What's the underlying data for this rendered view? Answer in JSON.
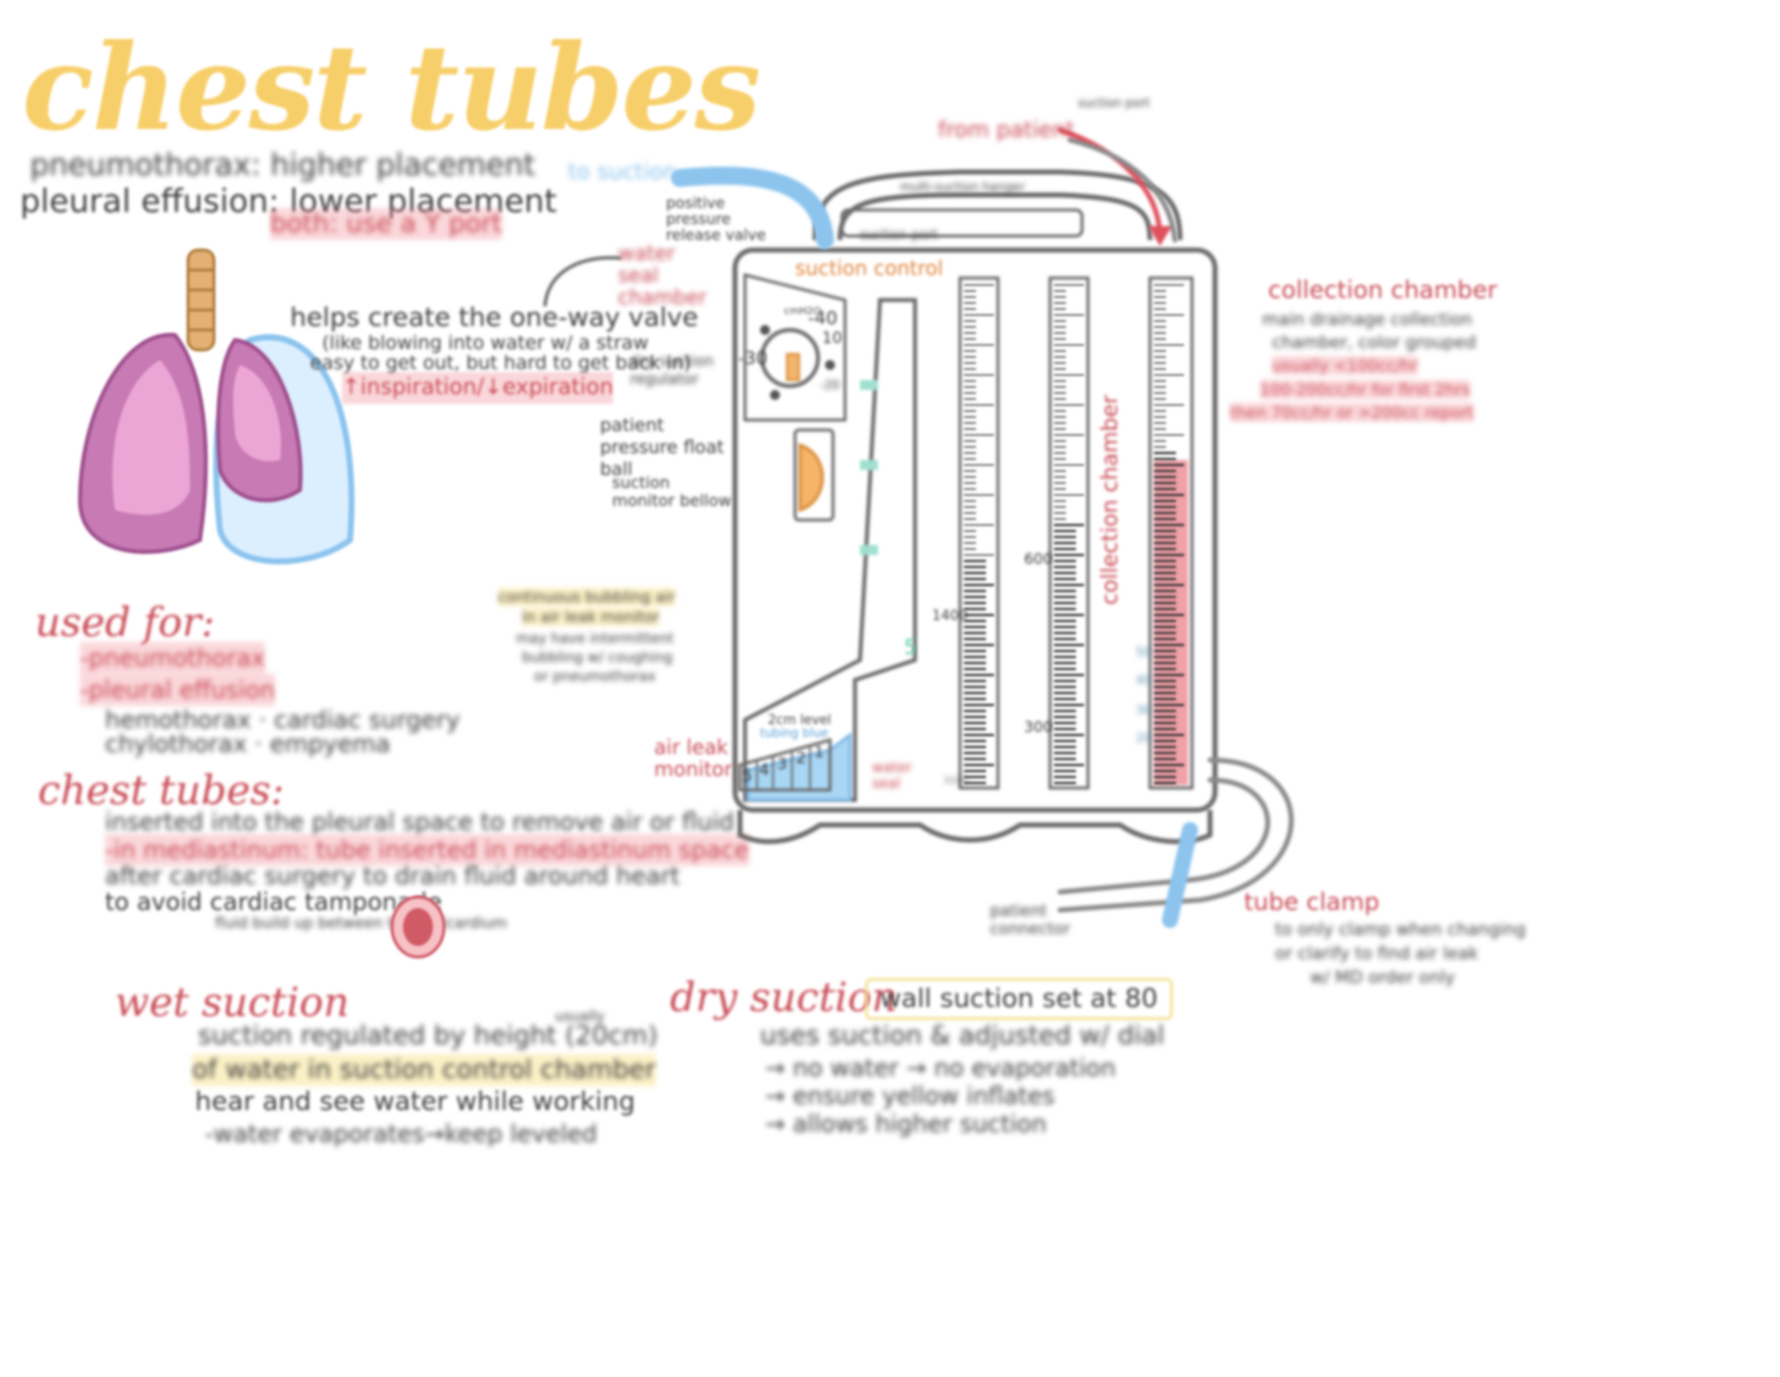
{
  "title": "chest tubes",
  "intro": {
    "line1": "pneumothorax: higher placement",
    "line2": "pleural effusion: lower placement",
    "line3": "both: use a Y port"
  },
  "valve_note": {
    "line1": "helps create the one-way valve",
    "line2": "(like blowing into water w/ a straw",
    "line3": "easy to get out, but hard to get back in)",
    "line4": "↑inspiration/↓expiration"
  },
  "used_for": {
    "heading": "used for:",
    "items": [
      "-pneumothorax",
      "-pleural effusion",
      "hemothorax · cardiac surgery",
      "chylothorax · empyema"
    ]
  },
  "chest_tubes_section": {
    "heading": "chest tubes:",
    "line1": "inserted into the pleural space to remove air or fluid",
    "line2": "-in mediastinum: tube inserted in mediastinum space",
    "line3": "after cardiac surgery to drain fluid around heart",
    "line4": "to avoid cardiac tamponade",
    "heart_note": "fluid build up between the pericardium"
  },
  "wet_suction": {
    "heading": "wet suction",
    "line1": "suction regulated by height (20cm)",
    "line1_note": "usually",
    "line2": "of water in suction control chamber",
    "line3": "hear and see water while working",
    "line4": "-water evaporates→keep leveled"
  },
  "dry_suction": {
    "heading": "dry suction",
    "badge": "wall suction set at 80",
    "line1": "uses suction & adjusted w/ dial",
    "line2": "→ no water → no evaporation",
    "line3": "→ ensure yellow inflates",
    "line4": "→ allows higher suction"
  },
  "device_labels": {
    "to_suction": "to suction",
    "from_patient": "from patient",
    "top_right_note": "suction port",
    "positive_pressure": "positive pressure release valve",
    "manifold": "multi-suction hanger",
    "suction_port": "suction port",
    "water_seal": "water seal chamber",
    "suction_control": "suction control",
    "collection_chamber": "collection chamber",
    "collection_desc1": "main drainage collection",
    "collection_desc2": "chamber, color grouped",
    "collection_desc3": "usually <100cc/hr",
    "collection_desc4": "100-200cc/hr for first 2hrs",
    "collection_desc5": "then 70cc/hr or >200cc report",
    "dry_suction_regulator": "dry suction regulator",
    "float_ball": "patient pressure float ball",
    "suction_monitor": "suction monitor bellow",
    "bubbling_note1": "continuous bubbling air",
    "bubbling_note2": "in air leak monitor",
    "bubbling_note3": "may have intermittent",
    "bubbling_note4": "bubbling w/ coughing",
    "bubbling_note5": "or pneumothorax",
    "air_leak": "air leak",
    "monitor": "monitor",
    "level_2cm": "2cm level",
    "tubing_blue": "tubing blue",
    "water_seal_small": "water seal",
    "collection_vertical": "collection chamber",
    "tube_clamp": "tube clamp",
    "tube_clamp_note1": "to only clamp when changing",
    "tube_clamp_note2": "or clarify to find air leak",
    "tube_clamp_note3": "w/ MD order only",
    "patient_connector": "patient connector",
    "dial_unit": "cmH2O",
    "dial_40": "-40",
    "dial_10": "10",
    "dial_30": "-30",
    "dial_20": "-20",
    "scale_1400": "1400",
    "scale_600": "600",
    "scale_300": "300",
    "scale_5": "5",
    "scale_1110": "1110",
    "leak_cells": [
      "5",
      "4",
      "3",
      "2",
      "1"
    ],
    "collection_ticks": [
      "50",
      "40",
      "30",
      "20"
    ]
  },
  "colors": {
    "title": "#f7cf6a",
    "red_ink": "#c94a55",
    "blue_tube": "#8cc4ee",
    "lung_pink": "#c77ab3",
    "lung_light": "#eca6d6",
    "blood_fill": "#f0a0a8",
    "outline": "#6b6b6b"
  }
}
